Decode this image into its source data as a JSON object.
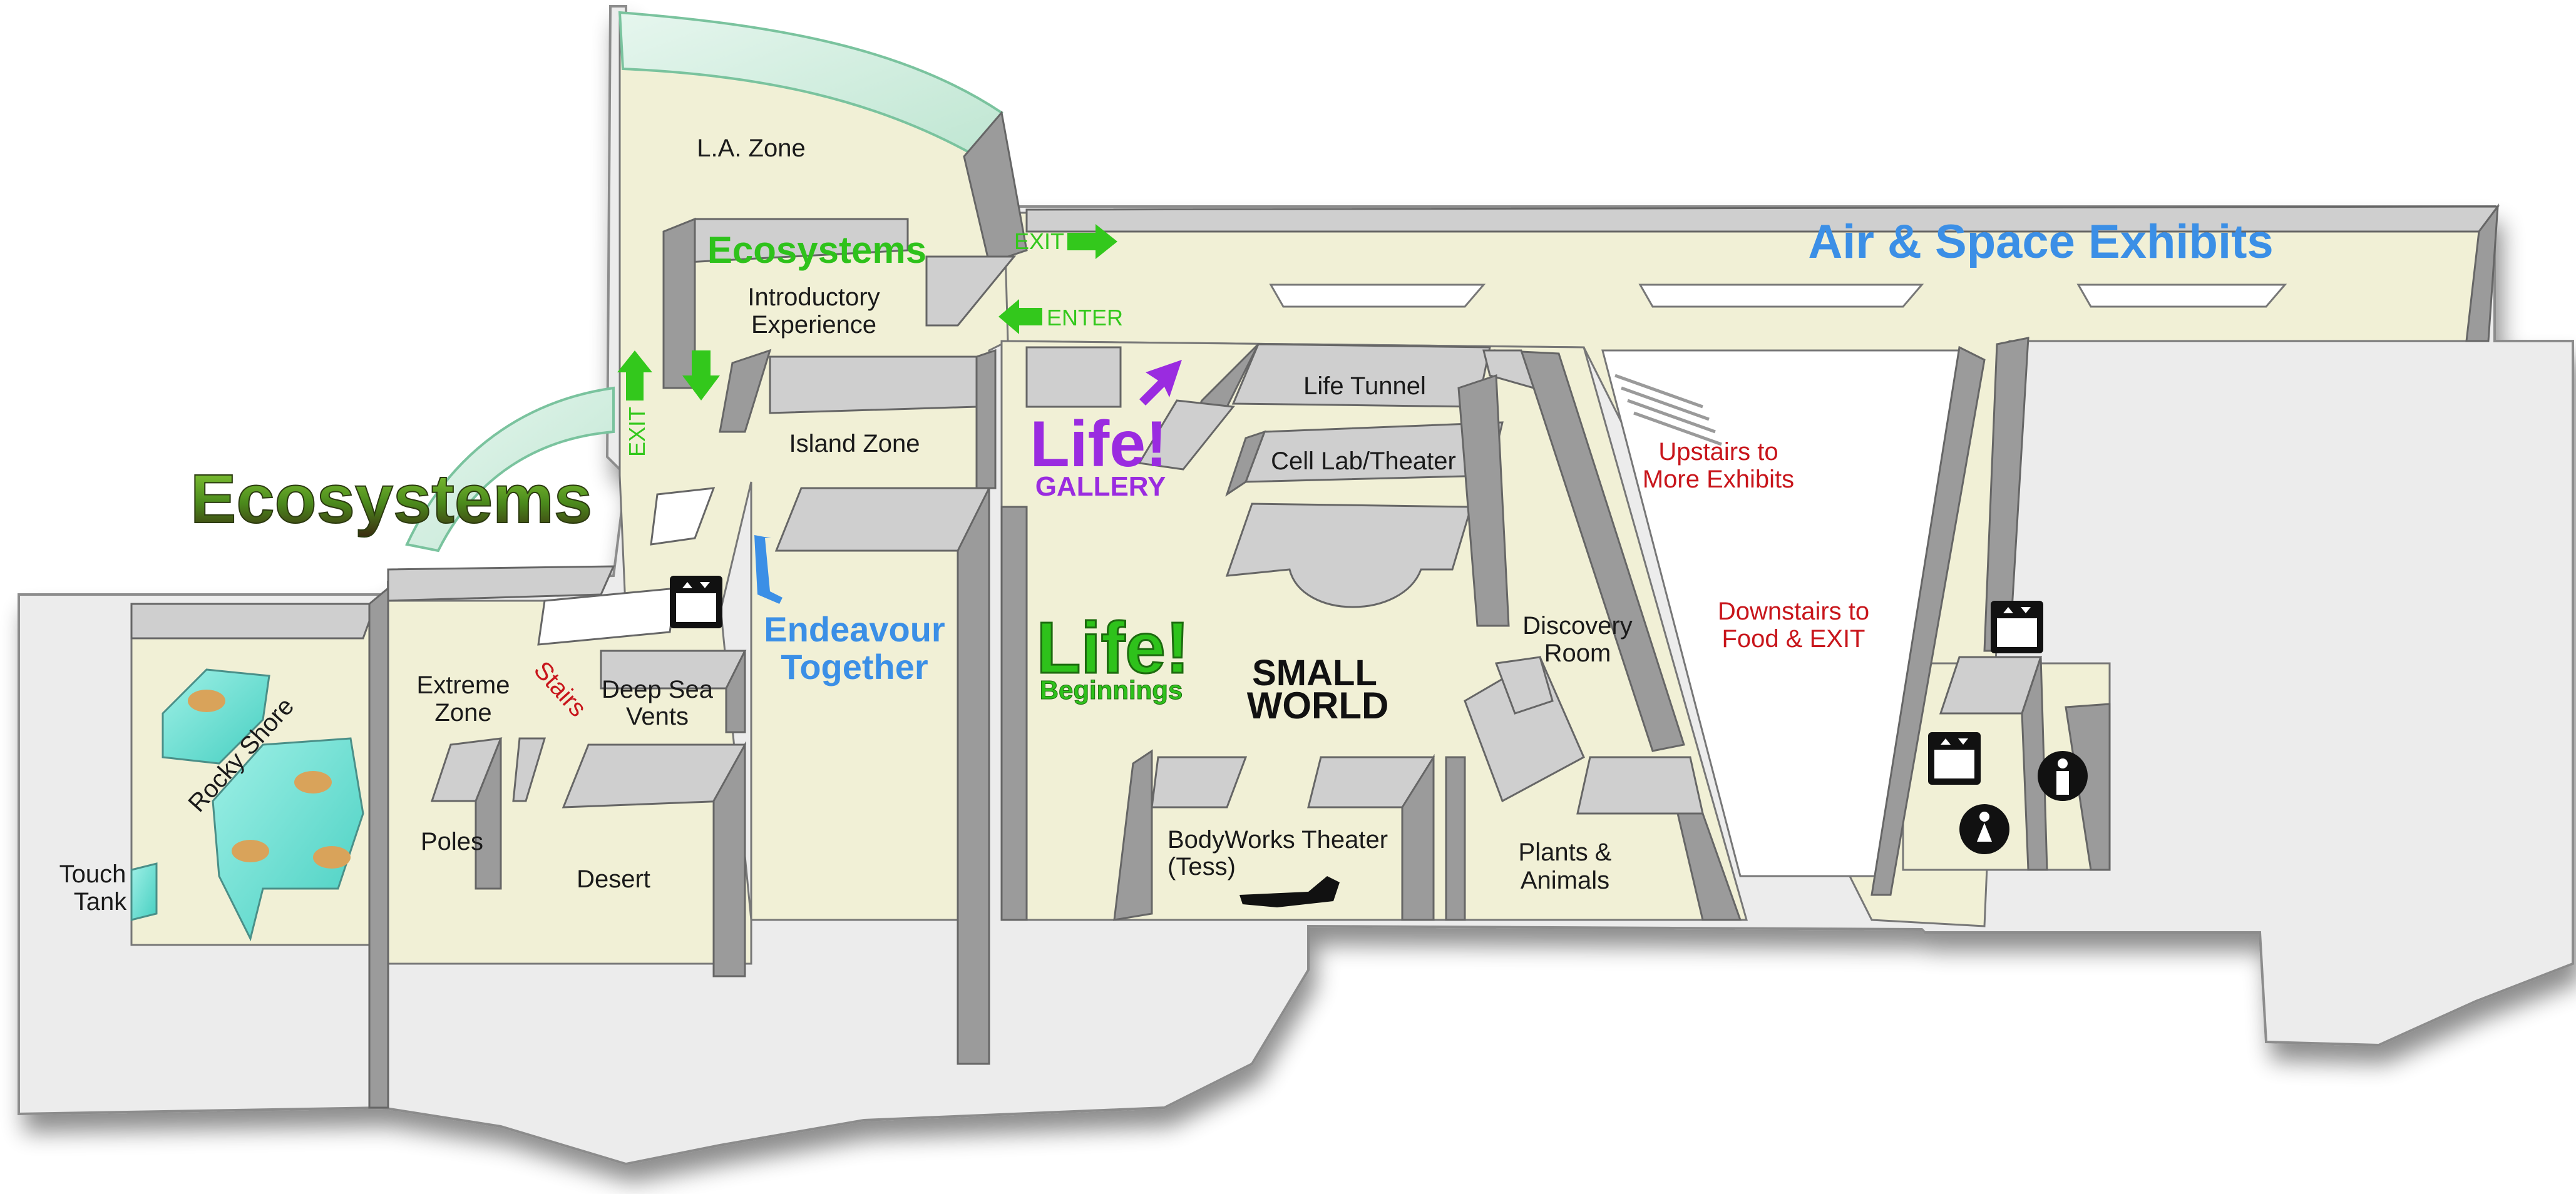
{
  "colors": {
    "floor": "#f1f0d6",
    "wall_top": "#cfcfcf",
    "wall_side": "#9b9b9b",
    "outer": "#e9e9e9",
    "green": "#33c81c",
    "blue": "#3b8fe6",
    "purple": "#9a2be0",
    "red": "#c8151b",
    "dark_green": "#3a7d12"
  },
  "header": {
    "air_space": "Air & Space Exhibits",
    "ecosystems_large": "Ecosystems",
    "ecosystems_small": "Ecosystems"
  },
  "zones": {
    "la_zone": "L.A. Zone",
    "intro_1": "Introductory",
    "intro_2": "Experience",
    "island_zone": "Island Zone",
    "extreme_1": "Extreme",
    "extreme_2": "Zone",
    "deep_sea_1": "Deep Sea",
    "deep_sea_2": "Vents",
    "poles": "Poles",
    "desert": "Desert",
    "rocky_shore": "Rocky Shore",
    "touch_1": "Touch",
    "touch_2": "Tank",
    "life_tunnel": "Life Tunnel",
    "cell_lab": "Cell Lab/Theater",
    "discovery_1": "Discovery",
    "discovery_2": "Room",
    "bodyworks_1": "BodyWorks Theater",
    "bodyworks_2": "(Tess)",
    "plants_1": "Plants &",
    "plants_2": "Animals"
  },
  "navigation": {
    "exit_top": "EXIT",
    "enter": "ENTER",
    "exit_left": "EXIT",
    "stairs": "Stairs",
    "upstairs_1": "Upstairs to",
    "upstairs_2": "More Exhibits",
    "downstairs_1": "Downstairs to",
    "downstairs_2": "Food & EXIT"
  },
  "exhibits": {
    "endeavour_1": "Endeavour",
    "endeavour_2": "Together",
    "life_gallery_1": "Life!",
    "life_gallery_2": "GALLERY",
    "life_begin_1": "Life!",
    "life_begin_2": "Beginnings",
    "small_world_1": "SMALL",
    "small_world_2": "WORLD"
  },
  "icons": {
    "elevator": "elevator-icon",
    "mens": "mens-restroom-icon",
    "womens": "womens-restroom-icon"
  }
}
